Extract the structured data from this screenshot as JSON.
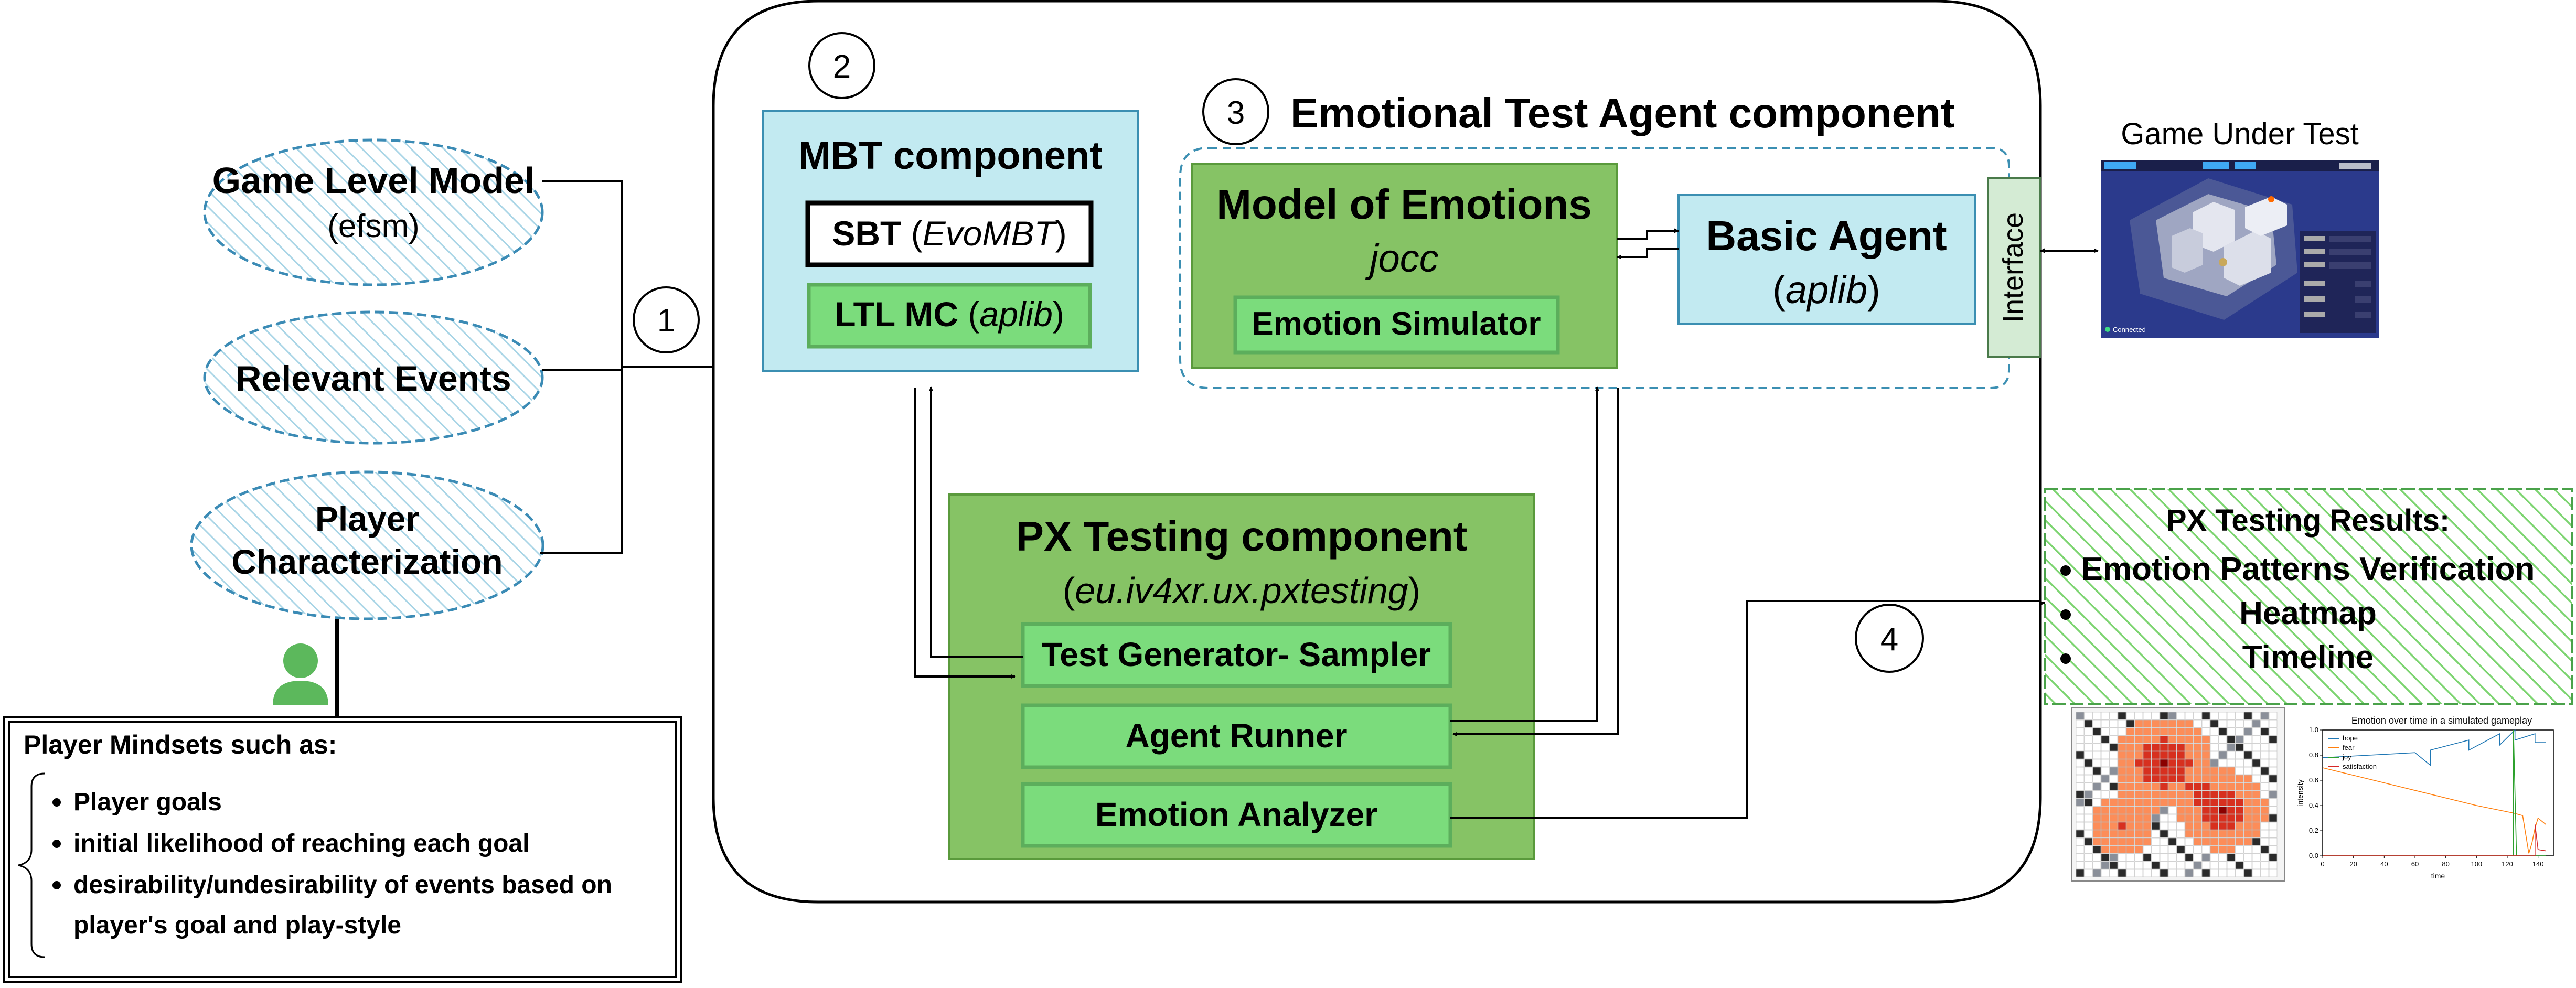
{
  "inputs": {
    "game_level_model": {
      "title": "Game Level Model",
      "sub": "(efsm)"
    },
    "relevant_events": {
      "title": "Relevant Events"
    },
    "player_characterization": {
      "line1": "Player",
      "line2": "Characterization"
    }
  },
  "player_mindsets": {
    "title": "Player Mindsets such as:",
    "items": [
      "Player goals",
      "initial likelihood of reaching each goal",
      "desirability/undesirability of events based on",
      "player's goal and play-style"
    ]
  },
  "steps": {
    "s1": "1",
    "s2": "2",
    "s3": "3",
    "s4": "4"
  },
  "mbt": {
    "title": "MBT component",
    "sbt_bold": "SBT",
    "sbt_italic": "EvoMBT",
    "ltl_bold": "LTL MC",
    "ltl_italic": "aplib"
  },
  "eta": {
    "title": "Emotional Test Agent component",
    "model_title": "Model of Emotions",
    "model_sub": "jocc",
    "simulator": "Emotion Simulator",
    "basic_title": "Basic Agent",
    "basic_sub": "aplib",
    "interface": "Interface"
  },
  "px": {
    "title": "PX Testing component",
    "sub": "eu.iv4xr.ux.pxtesting",
    "generator": "Test Generator- Sampler",
    "runner": "Agent Runner",
    "analyzer": "Emotion Analyzer"
  },
  "game": {
    "title": "Game Under Test",
    "status": "Connected"
  },
  "results": {
    "title": "PX Testing Results:",
    "items": [
      "Emotion Patterns Verification",
      "Heatmap",
      "Timeline"
    ]
  },
  "timeline_chart": {
    "chart_data": {
      "type": "line",
      "title": "Emotion over time in a simulated gameplay",
      "xlabel": "time",
      "ylabel": "intensity",
      "xlim": [
        0,
        150
      ],
      "ylim": [
        0,
        1.0
      ],
      "xticks": [
        0,
        20,
        40,
        60,
        80,
        100,
        120,
        140
      ],
      "yticks": [
        0.0,
        0.2,
        0.4,
        0.6,
        0.8,
        1.0
      ],
      "legend": "top-left",
      "series": [
        {
          "name": "hope",
          "color": "#1f77b4",
          "x": [
            0,
            60,
            70,
            70,
            95,
            95,
            115,
            115,
            125,
            125,
            138,
            138,
            145
          ],
          "y": [
            0.78,
            0.82,
            0.72,
            0.84,
            0.92,
            0.84,
            0.97,
            0.88,
            1.0,
            0.92,
            0.97,
            0.9,
            0.9
          ]
        },
        {
          "name": "fear",
          "color": "#ff7f0e",
          "x": [
            0,
            20,
            60,
            100,
            124,
            130,
            134,
            136,
            138,
            140,
            145
          ],
          "y": [
            0.7,
            0.64,
            0.52,
            0.4,
            0.34,
            0.32,
            0.02,
            0.1,
            0.22,
            0.3,
            0.25
          ]
        },
        {
          "name": "joy",
          "color": "#2ca02c",
          "x": [
            0,
            124,
            124,
            126,
            145
          ],
          "y": [
            0,
            0,
            1.0,
            0,
            0
          ]
        },
        {
          "name": "satisfaction",
          "color": "#d62728",
          "x": [
            0,
            138,
            138,
            140,
            145
          ],
          "y": [
            0,
            0,
            0.25,
            0.05,
            0.04
          ]
        }
      ]
    }
  }
}
